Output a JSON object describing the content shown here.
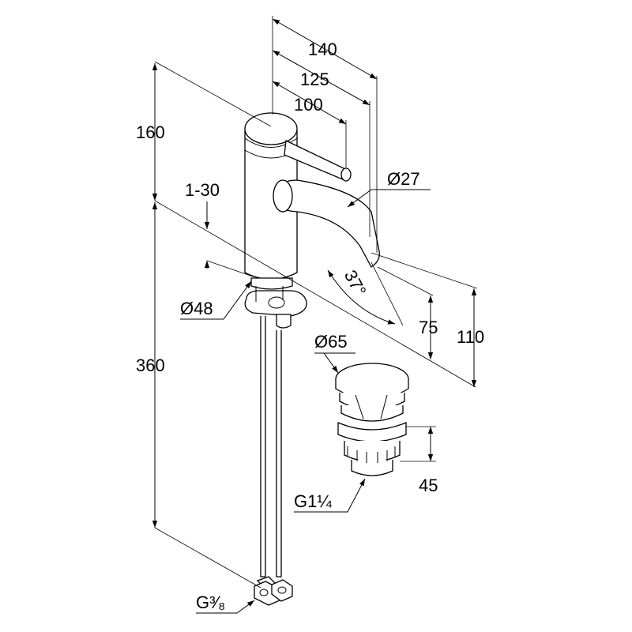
{
  "dimensions": {
    "d140": "140",
    "d125": "125",
    "d100": "100",
    "d160": "160",
    "d1_30": "1-30",
    "d27": "Ø27",
    "d48": "Ø48",
    "d37": "37°",
    "d75": "75",
    "d110": "110",
    "d360": "360",
    "d65": "Ø65",
    "d45": "45",
    "g114": "G1¼",
    "g38": "G³⁄₈"
  }
}
